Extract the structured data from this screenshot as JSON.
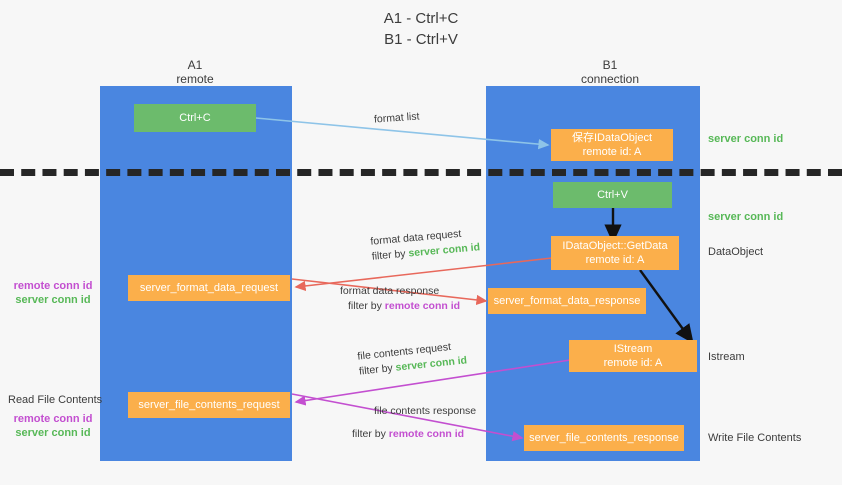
{
  "title": {
    "line1": "A1 - Ctrl+C",
    "line2": "B1 - Ctrl+V"
  },
  "colors": {
    "lane": "#4a86e0",
    "green_box": "#6cbb6c",
    "orange_box": "#fbaf4b",
    "server_conn_id": "#57b857",
    "remote_conn_id": "#c34fd0",
    "divider": "#262626",
    "wire_blue": "#8ec4e8",
    "wire_red": "#e8685b",
    "wire_magenta": "#c34fd0",
    "wire_black": "#111111",
    "background": "#f7f7f7"
  },
  "columns": [
    {
      "name": "A1",
      "sub": "remote"
    },
    {
      "name": "B1",
      "sub": "connection"
    }
  ],
  "boxes": {
    "ctrl_c": {
      "line1": "Ctrl+C",
      "line2": ""
    },
    "save_idataobject": {
      "line1": "保存IDataObject",
      "line2": "remote id: A"
    },
    "ctrl_v": {
      "line1": "Ctrl+V",
      "line2": ""
    },
    "getdata": {
      "line1": "IDataObject::GetData",
      "line2": "remote id: A"
    },
    "server_format_data_request": {
      "line1": "server_format_data_request",
      "line2": ""
    },
    "server_format_data_response": {
      "line1": "server_format_data_response",
      "line2": ""
    },
    "istream": {
      "line1": "IStream",
      "line2": "remote id: A"
    },
    "server_file_contents_request": {
      "line1": "server_file_contents_request",
      "line2": ""
    },
    "server_file_contents_response": {
      "line1": "server_file_contents_response",
      "line2": ""
    }
  },
  "edge_labels": {
    "format_list": {
      "line1": "format list",
      "line2": "",
      "line2_prefix": "",
      "line2_token": ""
    },
    "format_data_request": {
      "line1": "format data request",
      "line2_prefix": "filter by ",
      "line2_token": "server conn id",
      "token_kind": "server"
    },
    "format_data_response": {
      "line1": "format data response",
      "line2_prefix": "filter by ",
      "line2_token": "remote conn id",
      "token_kind": "remote"
    },
    "file_contents_request": {
      "line1": "file contents request",
      "line2_prefix": "filter by ",
      "line2_token": "server conn id",
      "token_kind": "server"
    },
    "file_contents_response": {
      "line1": "file contents response",
      "line2_prefix": "filter by ",
      "line2_token": "remote conn id",
      "token_kind": "remote"
    }
  },
  "right_labels": {
    "server_conn_id_top": "server conn id",
    "server_conn_id_mid": "server conn id",
    "dataobject": "DataObject",
    "istream": "Istream",
    "write_file_contents": "Write File Contents"
  },
  "left_labels": {
    "conn_ids_upper": {
      "remote": "remote conn id",
      "server": "server conn id"
    },
    "read_file_contents": "Read File Contents",
    "conn_ids_lower": {
      "remote": "remote conn id",
      "server": "server conn id"
    }
  }
}
